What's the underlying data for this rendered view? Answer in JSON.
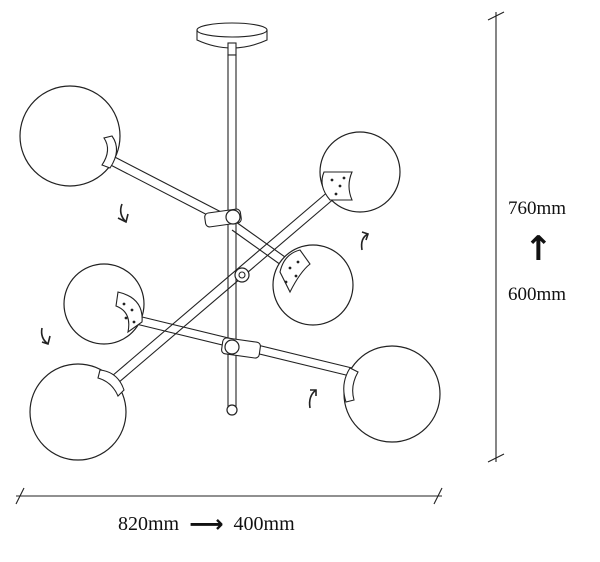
{
  "dimensions": {
    "height_max": "760mm",
    "height_min": "600mm",
    "width_max": "820mm",
    "width_min": "400mm"
  },
  "icons": {
    "height_arrow": "up-arrow-icon",
    "width_arrow": "right-arrow-icon",
    "rotation_arrows": "rotate-arrow-icon"
  }
}
